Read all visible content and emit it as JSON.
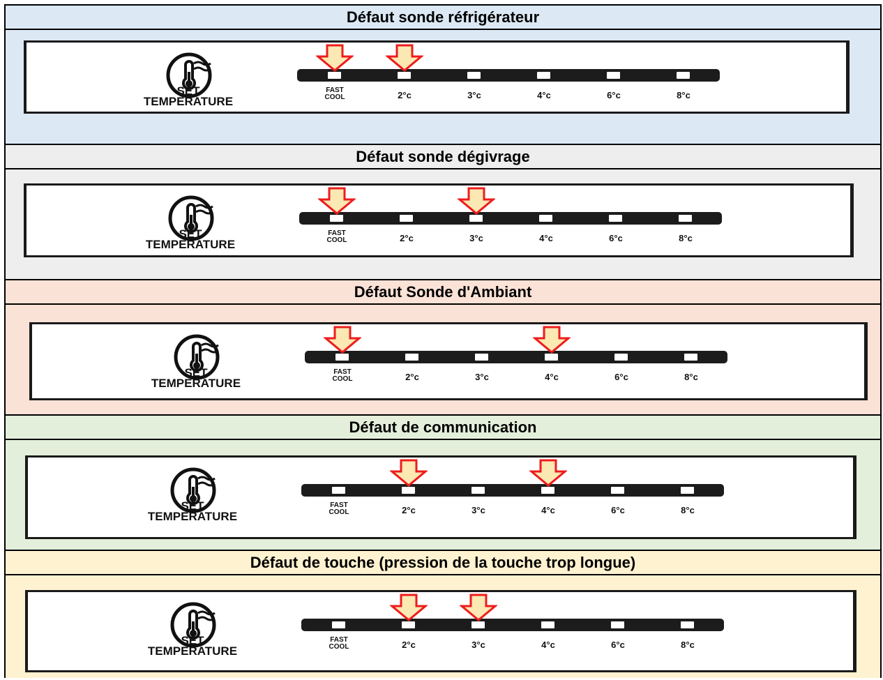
{
  "panel_common": {
    "set_label": "SET",
    "temperature_label": "TEMPERATURE",
    "icon": "thermometer-icon",
    "segments": [
      {
        "key": "fast_cool",
        "line1": "FAST",
        "line2": "COOL"
      },
      {
        "key": "2c",
        "label": "2°c"
      },
      {
        "key": "3c",
        "label": "3°c"
      },
      {
        "key": "4c",
        "label": "4°c"
      },
      {
        "key": "6c",
        "label": "6°c"
      },
      {
        "key": "8c",
        "label": "8°c"
      }
    ]
  },
  "colors": {
    "arrow_fill": "#fbe8b3",
    "arrow_stroke": "#ee1c1c",
    "bar": "#1c1c1c"
  },
  "faults": [
    {
      "id": "refrigerateur",
      "title": "Défaut sonde réfrigérateur",
      "background": "#dce9f5",
      "lit_segments": [
        "fast_cool",
        "2c"
      ]
    },
    {
      "id": "degivrage",
      "title": "Défaut sonde dégivrage",
      "background": "#eeeeee",
      "lit_segments": [
        "fast_cool",
        "3c"
      ]
    },
    {
      "id": "ambiant",
      "title": "Défaut Sonde d'Ambiant",
      "background": "#fbe2d6",
      "lit_segments": [
        "fast_cool",
        "4c"
      ]
    },
    {
      "id": "communication",
      "title": "Défaut de communication",
      "background": "#e3efda",
      "lit_segments": [
        "2c",
        "4c"
      ]
    },
    {
      "id": "touche",
      "title": "Défaut de touche (pression de la touche trop longue)",
      "background": "#fef2d0",
      "lit_segments": [
        "2c",
        "3c"
      ]
    }
  ]
}
